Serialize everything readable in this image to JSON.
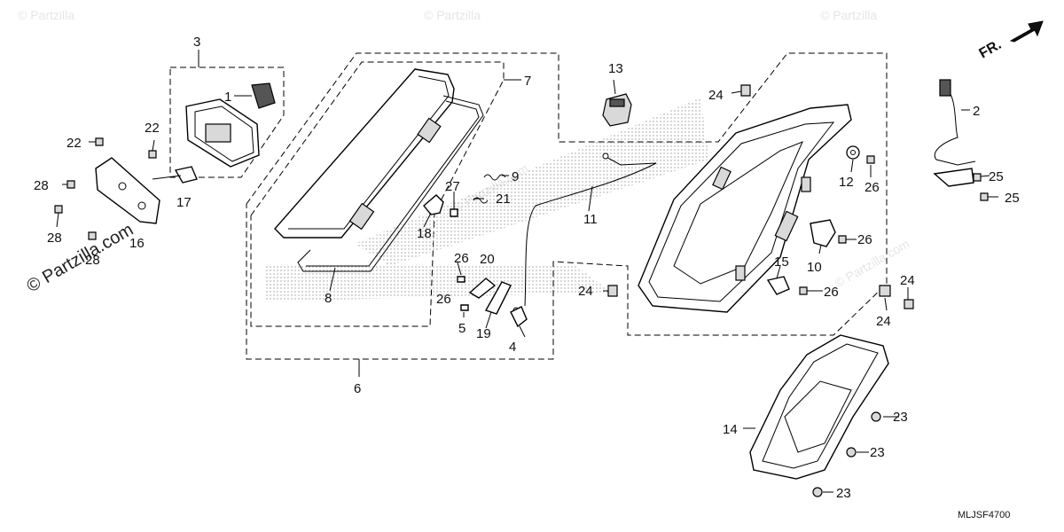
{
  "watermarks": {
    "brand_small": "© Partzilla",
    "brand_large": "© Partzilla.com",
    "brand_right": "© Partzilla.com"
  },
  "direction": {
    "label": "FR."
  },
  "diagram_code": "MLJSF4700",
  "callouts": {
    "c1": "1",
    "c2": "2",
    "c3": "3",
    "c4": "4",
    "c5": "5",
    "c6": "6",
    "c7": "7",
    "c8": "8",
    "c9": "9",
    "c10": "10",
    "c11": "11",
    "c12": "12",
    "c13": "13",
    "c14": "14",
    "c15": "15",
    "c16": "16",
    "c17": "17",
    "c18": "18",
    "c19": "19",
    "c20": "20",
    "c21": "21",
    "c22": "22",
    "c23": "23",
    "c24": "24",
    "c25": "25",
    "c26": "26",
    "c27": "27",
    "c28": "28"
  }
}
